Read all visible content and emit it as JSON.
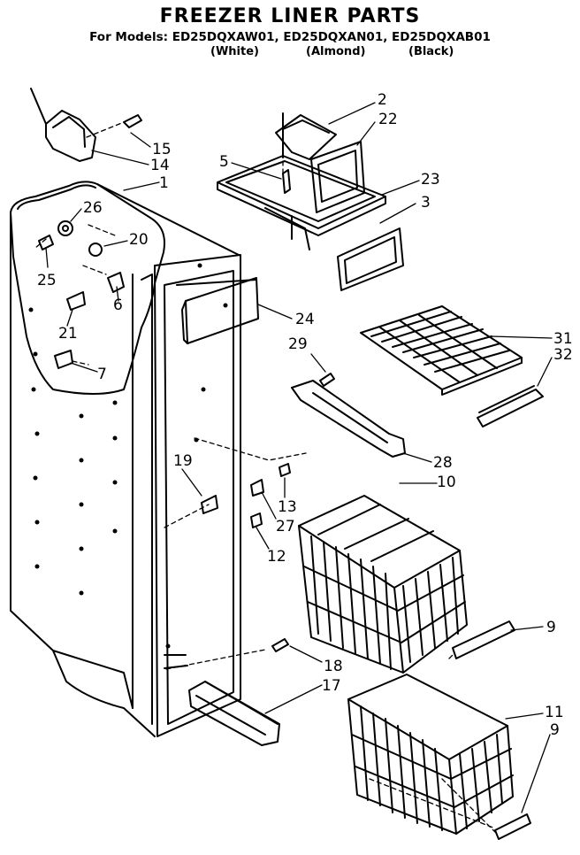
{
  "title": "FREEZER LINER PARTS",
  "models_line": "For Models: ED25DQXAW01, ED25DQXAN01, ED25DQXAB01",
  "finishes": [
    "(White)",
    "(Almond)",
    "(Black)"
  ],
  "callouts": [
    "1",
    "2",
    "3",
    "5",
    "6",
    "7",
    "9",
    "9",
    "10",
    "11",
    "12",
    "13",
    "14",
    "15",
    "17",
    "18",
    "19",
    "20",
    "21",
    "22",
    "23",
    "24",
    "25",
    "26",
    "27",
    "28",
    "29",
    "31",
    "32"
  ]
}
